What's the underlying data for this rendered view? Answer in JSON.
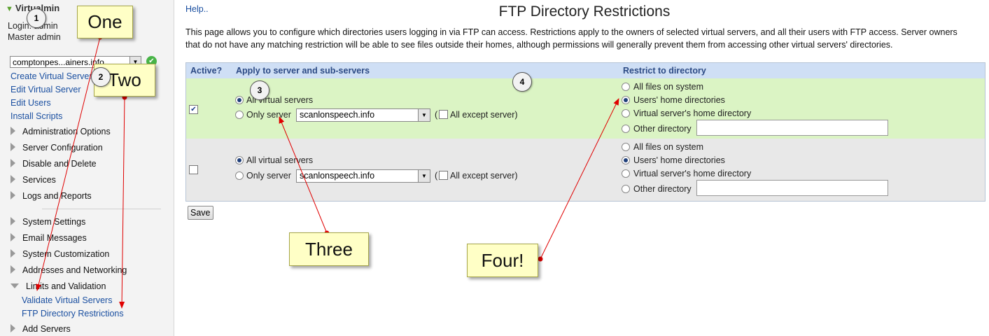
{
  "sidebar": {
    "app_title": "Virtualmin",
    "login": "Login: admin",
    "role": "Master admin",
    "domain_select": "comptonpes...ainers.info",
    "actions": [
      "Create Virtual Server",
      "Edit Virtual Server",
      "Edit Users",
      "Install Scripts"
    ],
    "categories_top": [
      "Administration Options",
      "Server Configuration",
      "Disable and Delete",
      "Services",
      "Logs and Reports"
    ],
    "categories_bottom": [
      "System Settings",
      "Email Messages",
      "System Customization",
      "Addresses and Networking",
      "Limits and Validation"
    ],
    "limits_items": [
      "Validate Virtual Servers",
      "FTP Directory Restrictions"
    ],
    "last_category": "Add Servers"
  },
  "main": {
    "help_link": "Help..",
    "title": "FTP Directory Restrictions",
    "description": "This page allows you to configure which directories users logging in via FTP can access. Restrictions apply to the owners of selected virtual servers, and all their users with FTP access. Server owners that do not have any matching restriction will be able to see files outside their homes, although permissions will generally prevent them from accessing other virtual servers' directories.",
    "columns": {
      "active": "Active?",
      "apply": "Apply to server and sub-servers",
      "restrict": "Restrict to directory"
    },
    "rows": [
      {
        "active": true,
        "all_servers": "All virtual servers",
        "only_server": "Only server",
        "server_value": "scanlonspeech.info",
        "all_except": "All except server)",
        "paren": "("
      },
      {
        "active": false,
        "all_servers": "All virtual servers",
        "only_server": "Only server",
        "server_value": "scanlonspeech.info",
        "all_except": "All except server)",
        "paren": "("
      }
    ],
    "dir_options": [
      "All files on system",
      "Users' home directories",
      "Virtual server's home directory",
      "Other directory"
    ],
    "save_label": "Save"
  },
  "annotations": {
    "callouts": [
      "One",
      "Two",
      "Three",
      "Four!"
    ],
    "badges": [
      "1",
      "2",
      "3",
      "4"
    ],
    "arrow_color": "#e00000"
  }
}
